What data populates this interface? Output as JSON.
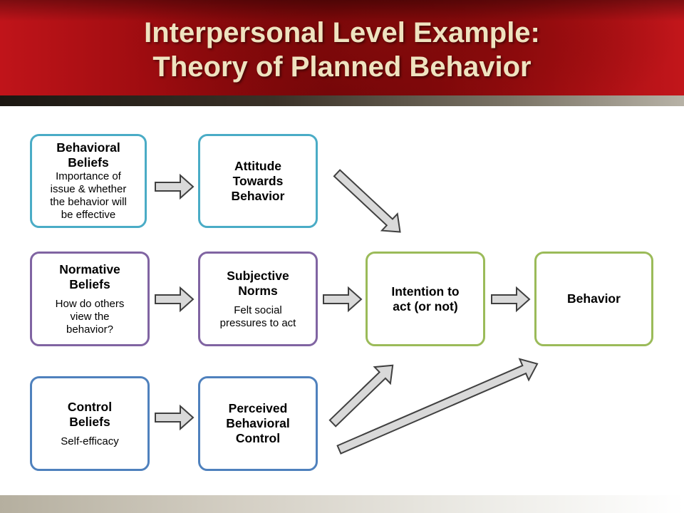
{
  "slide": {
    "title_line1": "Interpersonal Level Example:",
    "title_line2": "Theory of Planned Behavior"
  },
  "boxes": {
    "behavioral_beliefs": {
      "title": "Behavioral\nBeliefs",
      "subtitle": "Importance of\nissue & whether\nthe behavior will\nbe effective"
    },
    "attitude": {
      "title": "Attitude\nTowards\nBehavior"
    },
    "normative_beliefs": {
      "title": "Normative\nBeliefs",
      "subtitle": "How do others\nview the\nbehavior?"
    },
    "subjective_norms": {
      "title": "Subjective\nNorms",
      "subtitle": "Felt social\npressures to act"
    },
    "intention": {
      "title": "Intention to\nact (or not)"
    },
    "behavior": {
      "title": "Behavior"
    },
    "control_beliefs": {
      "title": "Control\nBeliefs",
      "subtitle": "Self-efficacy"
    },
    "perceived_control": {
      "title": "Perceived\nBehavioral\nControl"
    }
  },
  "colors": {
    "teal": "#4aacc6",
    "purple": "#8064a2",
    "blue": "#4f81bd",
    "green": "#9bbb59",
    "arrow_fill": "#d9d9d9",
    "arrow_stroke": "#404040",
    "title_text": "#efe3c0"
  }
}
